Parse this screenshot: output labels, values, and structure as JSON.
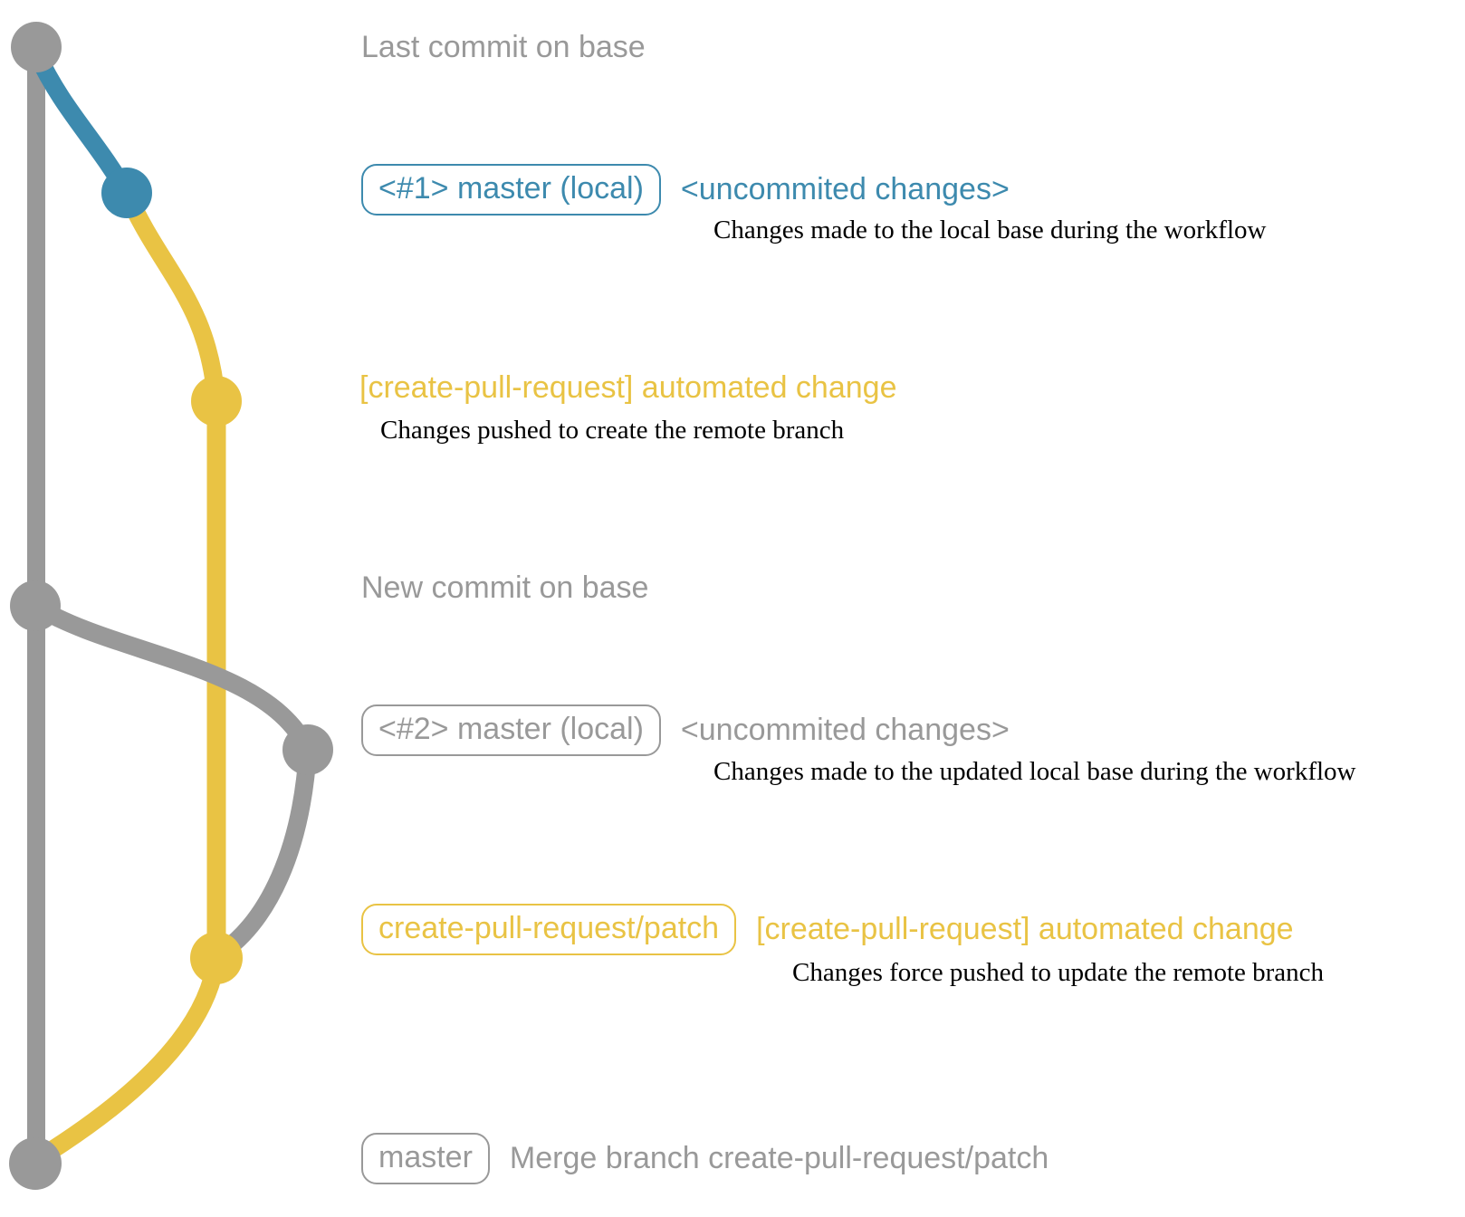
{
  "colors": {
    "gray": "#999999",
    "blue": "#3d8aae",
    "yellow": "#e9c344",
    "description_text": "#000000"
  },
  "graph": {
    "type": "git-branch-graph",
    "commits": [
      {
        "id": "last-commit-on-base",
        "color": "gray"
      },
      {
        "id": "local-workflow-commit-1",
        "color": "blue"
      },
      {
        "id": "remote-patch-commit-1",
        "color": "yellow"
      },
      {
        "id": "new-commit-on-base",
        "color": "gray"
      },
      {
        "id": "local-workflow-commit-2",
        "color": "gray"
      },
      {
        "id": "remote-patch-commit-2",
        "color": "yellow"
      },
      {
        "id": "merge-commit",
        "color": "gray"
      }
    ]
  },
  "annotations": {
    "last_commit_label": "Last commit on base",
    "step1": {
      "branch_badge": "<#1> master (local)",
      "status": "<uncommited changes>",
      "description": "Changes made to the local base during the workflow"
    },
    "push1": {
      "title": "[create-pull-request] automated change",
      "description": "Changes pushed to create the remote branch"
    },
    "new_commit_label": "New commit on base",
    "step2": {
      "branch_badge": "<#2> master (local)",
      "status": "<uncommited changes>",
      "description": "Changes made to the updated local base during the workflow"
    },
    "push2": {
      "branch_badge": "create-pull-request/patch",
      "title": "[create-pull-request] automated change",
      "description": "Changes force pushed to update the remote branch"
    },
    "merge": {
      "branch_badge": "master",
      "label": "Merge branch create-pull-request/patch"
    }
  }
}
